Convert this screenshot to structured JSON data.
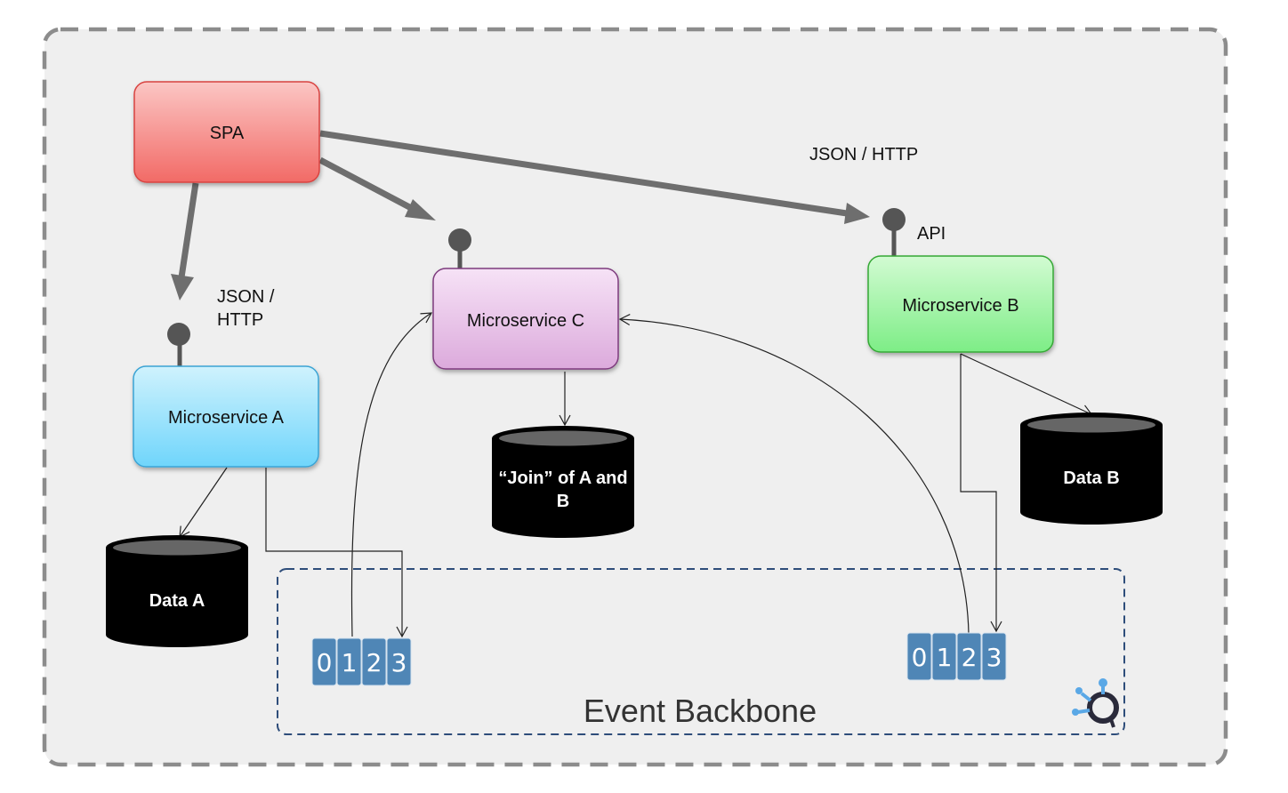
{
  "nodes": {
    "spa": {
      "label": "SPA"
    },
    "microservice_a": {
      "label": "Microservice A"
    },
    "microservice_b": {
      "label": "Microservice B"
    },
    "microservice_c": {
      "label": "Microservice C"
    }
  },
  "labels": {
    "json_http_top": "JSON / HTTP",
    "json_http_left_line1": "JSON /",
    "json_http_left_line2": "HTTP",
    "api": "API"
  },
  "databases": {
    "data_a": {
      "label": "Data A"
    },
    "data_b": {
      "label": "Data B"
    },
    "join": {
      "line1": "“Join” of A and",
      "line2": "B"
    }
  },
  "backbone": {
    "title": "Event Backbone",
    "partitions_left": [
      "0",
      "1",
      "2",
      "3"
    ],
    "partitions_right": [
      "0",
      "1",
      "2",
      "3"
    ]
  },
  "colors": {
    "spa": "#f47c7c",
    "microservice_a": "#84d8f5",
    "microservice_b": "#8ef08e",
    "microservice_c": "#e5b3e5",
    "partition": "#4f86b6",
    "backbone_border": "#2e4d7a"
  }
}
